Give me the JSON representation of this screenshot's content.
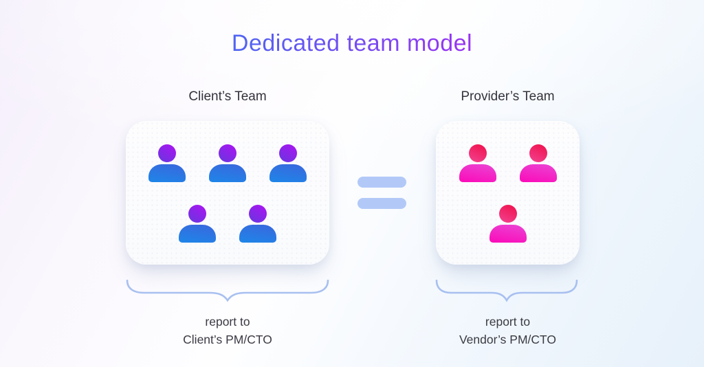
{
  "title": "Dedicated team model",
  "teams": [
    {
      "id": "client",
      "label": "Client’s Team",
      "member_count": 5,
      "rows": [
        3,
        2
      ],
      "caption": [
        "report to",
        "Client’s PM/CTO"
      ]
    },
    {
      "id": "provider",
      "label": "Provider’s Team",
      "member_count": 3,
      "rows": [
        2,
        1
      ],
      "caption": [
        "report to",
        "Vendor’s PM/CTO"
      ]
    }
  ],
  "colors": {
    "title-gradient-start": "#2e7bf0",
    "title-gradient-mid": "#7f46f2",
    "title-gradient-end": "#bb1bf0",
    "client-head-start": "#ad13f2",
    "client-head-end": "#6737df",
    "client-body-start": "#3a67dd",
    "client-body-end": "#1e86e8",
    "provider-head-start": "#f0104a",
    "provider-head-end": "#f24392",
    "provider-body-start": "#ea45d4",
    "provider-body-end": "#fb0ab8",
    "equals-bar": "#b2c9f8",
    "brace": "#a8c0f0",
    "label-text": "#34333c",
    "caption-text": "#3b3a43",
    "card-bg": "#fcfcfd"
  }
}
